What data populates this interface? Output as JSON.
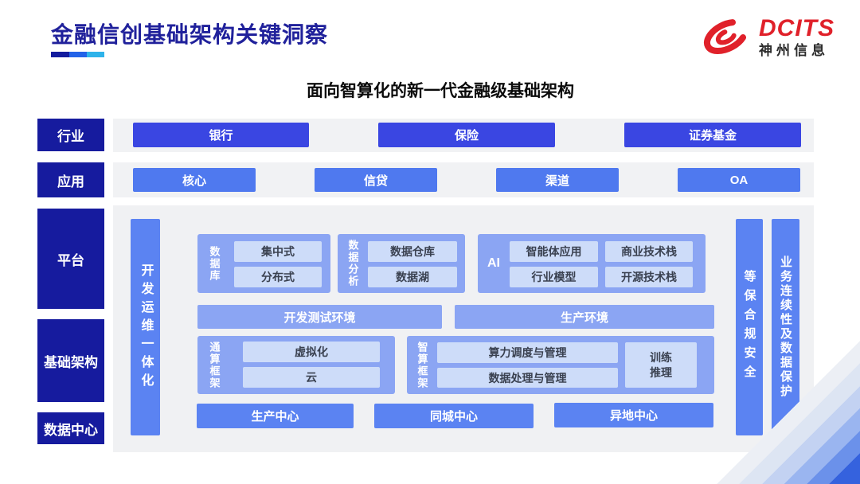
{
  "colors": {
    "navy_sidebar": "#161b9e",
    "title_navy": "#20219b",
    "royal_blue": "#3a46e2",
    "medium_blue": "#4f79ef",
    "bar_blue": "#5b83f2",
    "container_blue": "#8ba5f3",
    "light_box_blue": "#cddcf9",
    "panel_gray": "#f0f1f3",
    "brand_red": "#e0212a",
    "underline_segments": [
      "#131c9e",
      "#2363e8",
      "#2eb3ea"
    ]
  },
  "header": {
    "title": "金融信创基础架构关键洞察",
    "logo_brand": "DCITS",
    "logo_company": "神州信息"
  },
  "subtitle": "面向智算化的新一代金融级基础架构",
  "sidebar": {
    "items": [
      {
        "label": "行业"
      },
      {
        "label": "应用"
      },
      {
        "label": "平台"
      },
      {
        "label": "基础架构"
      },
      {
        "label": "数据中心"
      }
    ]
  },
  "industry_row": {
    "items": [
      "银行",
      "保险",
      "证券基金"
    ]
  },
  "application_row": {
    "items": [
      "核心",
      "信贷",
      "渠道",
      "OA"
    ]
  },
  "platform": {
    "devops_bar": "开发运维一体化",
    "security_bar": "等保合规安全",
    "continuity_bar": "业务连续性及数据保护",
    "database": {
      "label": "数据库",
      "items": [
        "集中式",
        "分布式"
      ]
    },
    "analytics": {
      "label": "数据分析",
      "items": [
        "数据仓库",
        "数据湖"
      ]
    },
    "ai": {
      "label": "AI",
      "items": [
        "智能体应用",
        "商业技术栈",
        "行业模型",
        "开源技术栈"
      ]
    },
    "environments": [
      "开发测试环境",
      "生产环境"
    ],
    "general_compute": {
      "label": "通算框架",
      "items": [
        "虚拟化",
        "云"
      ]
    },
    "intelligent_compute": {
      "label": "智算框架",
      "items": [
        "算力调度与管理",
        "数据处理与管理"
      ],
      "train_infer_line1": "训练",
      "train_infer_line2": "推理"
    },
    "centers": [
      "生产中心",
      "同城中心",
      "异地中心"
    ]
  }
}
